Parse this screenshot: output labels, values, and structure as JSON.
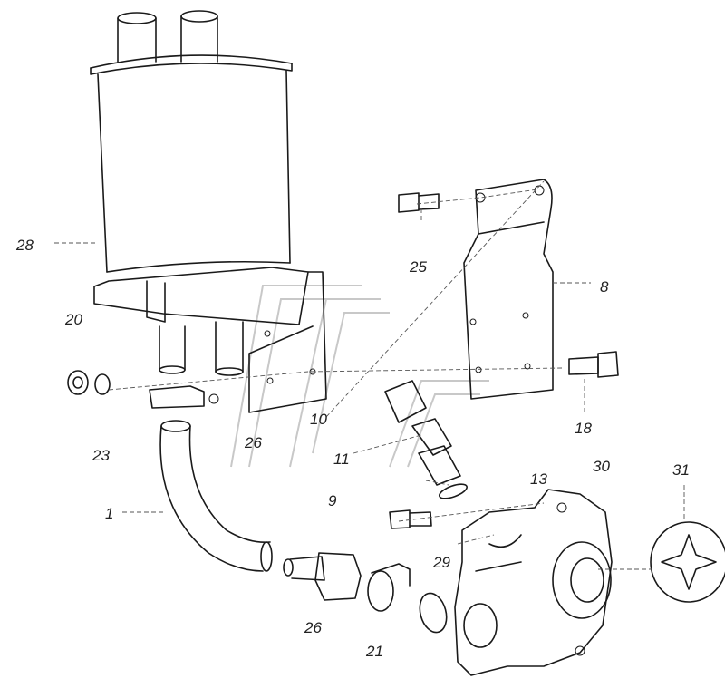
{
  "diagram": {
    "labels": [
      {
        "id": "28",
        "text": "28"
      },
      {
        "id": "20",
        "text": "20"
      },
      {
        "id": "25",
        "text": "25"
      },
      {
        "id": "8",
        "text": "8"
      },
      {
        "id": "10",
        "text": "10"
      },
      {
        "id": "18",
        "text": "18"
      },
      {
        "id": "23",
        "text": "23"
      },
      {
        "id": "26a",
        "text": "26"
      },
      {
        "id": "11",
        "text": "11"
      },
      {
        "id": "30",
        "text": "30"
      },
      {
        "id": "31",
        "text": "31"
      },
      {
        "id": "13",
        "text": "13"
      },
      {
        "id": "9",
        "text": "9"
      },
      {
        "id": "1",
        "text": "1"
      },
      {
        "id": "29",
        "text": "29"
      },
      {
        "id": "26b",
        "text": "26"
      },
      {
        "id": "21",
        "text": "21"
      }
    ]
  }
}
